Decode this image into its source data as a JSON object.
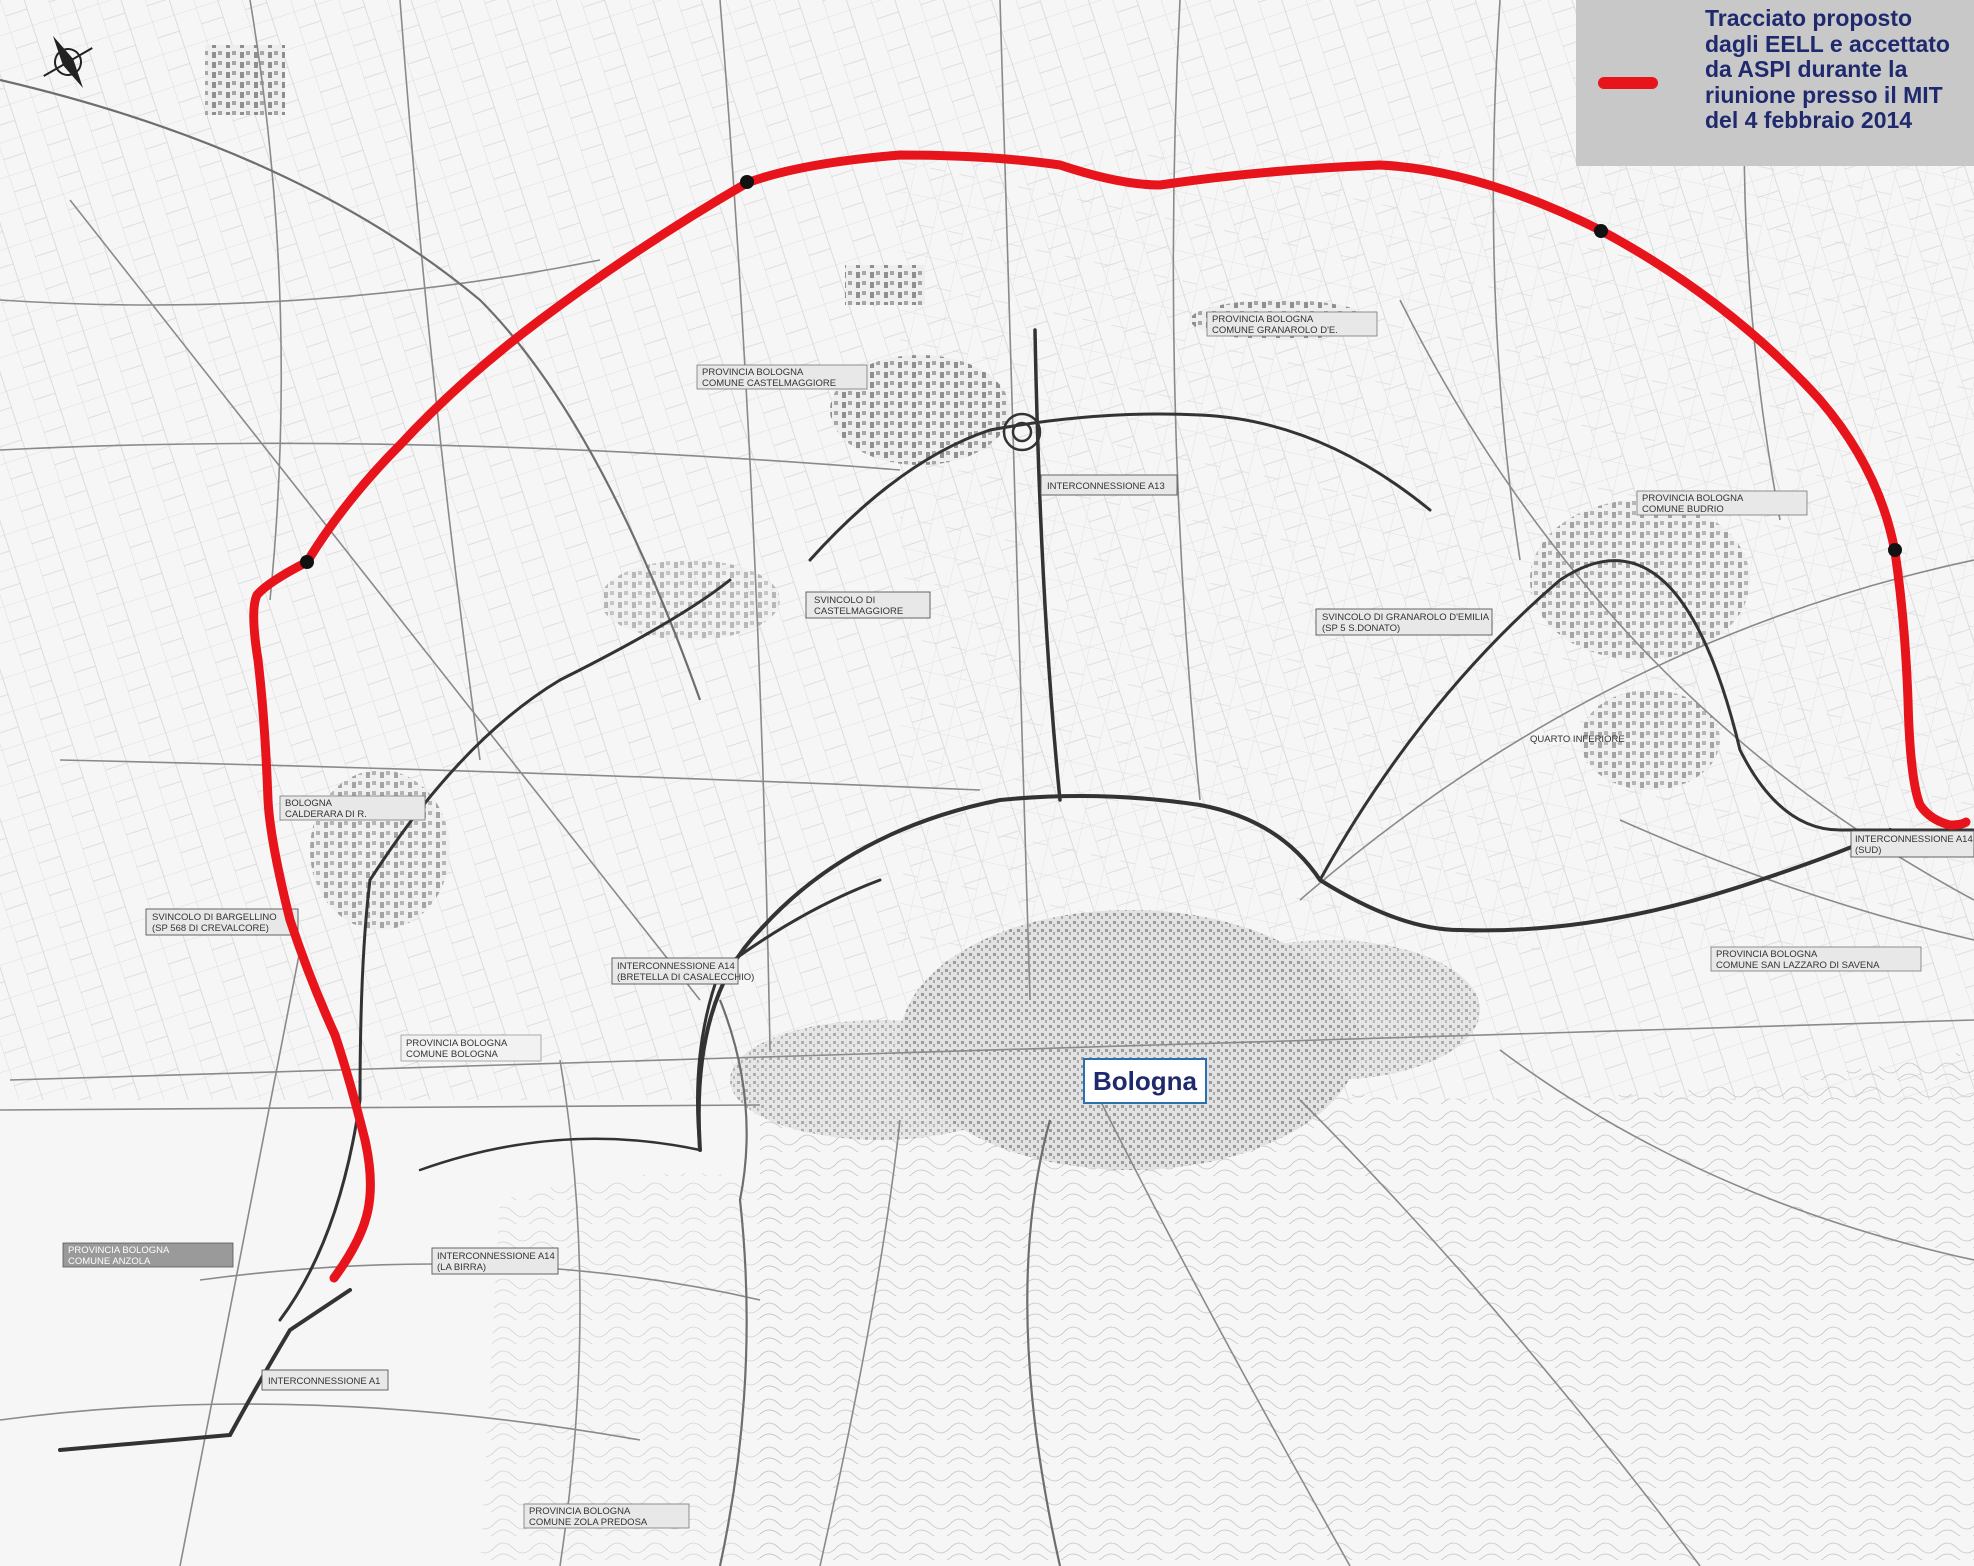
{
  "legend": {
    "text": "Tracciato proposto dagli EELL e accettato da ASPI durante la riunione presso il MIT del 4 febbraio 2014",
    "route_color": "#e8141b"
  },
  "city": {
    "name": "Bologna"
  },
  "labels": {
    "prov_castelmaggiore": [
      "PROVINCIA  BOLOGNA",
      "COMUNE  CASTELMAGGIORE"
    ],
    "prov_granarolo": [
      "PROVINCIA  BOLOGNA",
      "COMUNE  GRANAROLO D'E."
    ],
    "prov_budrio": [
      "PROVINCIA  BOLOGNA",
      "COMUNE  BUDRIO"
    ],
    "prov_calderara": [
      "BOLOGNA",
      "CALDERARA DI R."
    ],
    "prov_sanlazzaro": [
      "PROVINCIA  BOLOGNA",
      "COMUNE  SAN LAZZARO DI SAVENA"
    ],
    "prov_bologna": [
      "PROVINCIA  BOLOGNA",
      "COMUNE  BOLOGNA"
    ],
    "prov_zola": [
      "PROVINCIA  BOLOGNA",
      "COMUNE  ZOLA PREDOSA"
    ],
    "prov_anzola": [
      "PROVINCIA  BOLOGNA",
      "COMUNE  ANZOLA"
    ],
    "interconnessione_a13": "INTERCONNESSIONE A13",
    "svincolo_castelmaggiore": [
      "SVINCOLO DI",
      "CASTELMAGGIORE"
    ],
    "svincolo_granarolo": [
      "SVINCOLO DI GRANAROLO D'EMILIA",
      "(SP 5 S.DONATO)"
    ],
    "svincolo_bargellino": [
      "SVINCOLO DI BARGELLINO",
      "(SP 568 DI CREVALCORE)"
    ],
    "interconnessione_a14_bivio": [
      "INTERCONNESSIONE A14",
      "(BRETELLA DI CASALECCHIO)"
    ],
    "interconnessione_a14_est": [
      "INTERCONNESSIONE A14",
      "(SUD)"
    ],
    "interconnessione_a14_ovest": [
      "INTERCONNESSIONE A14",
      "(LA BIRRA)"
    ],
    "interconnessione_a1": "INTERCONNESSIONE A1",
    "quarto_inferiore": "QUARTO INFERIORE"
  },
  "colors": {
    "route": "#e8141b",
    "legend_bg": "#c8c8c8",
    "legend_text": "#1f2a6e",
    "city_border": "#2a6fb0",
    "highway": "#333333",
    "road": "#8a8a8a",
    "urban": "#7a7a7a"
  },
  "icons": {
    "north_arrow": "compass-north-arrow-icon"
  }
}
